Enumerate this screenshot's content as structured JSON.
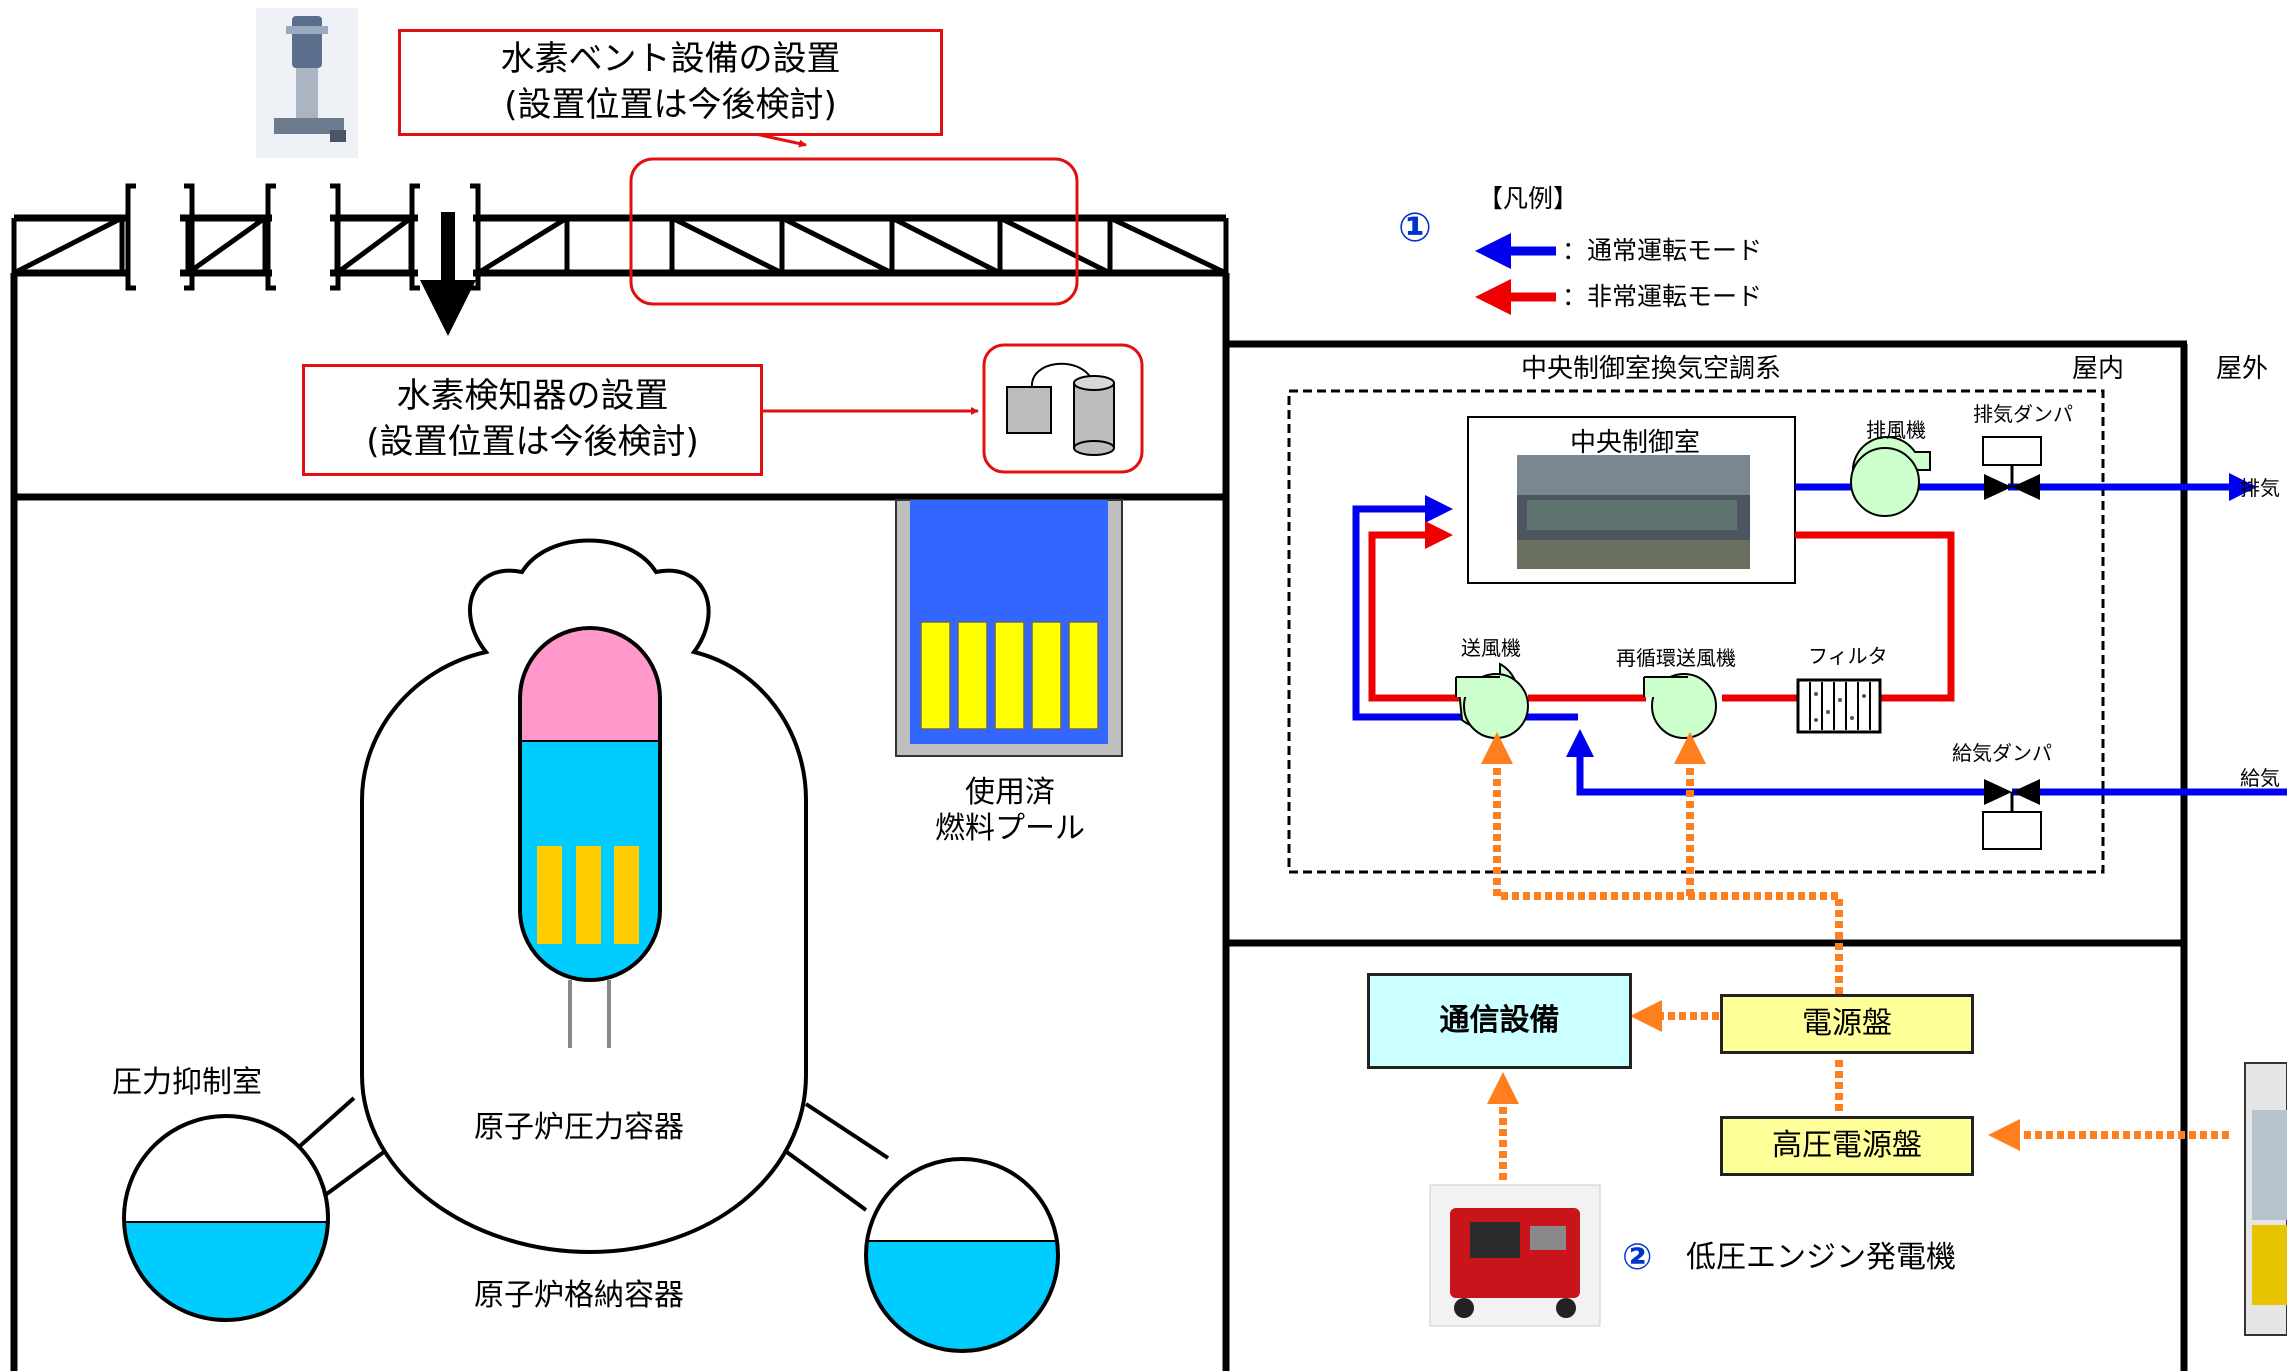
{
  "reactor_building": {
    "hydrogen_vent": {
      "line1": "水素ベント設備の設置",
      "line2": "(設置位置は今後検討)"
    },
    "hydrogen_detector": {
      "line1": "水素検知器の設置",
      "line2": "(設置位置は今後検討)"
    },
    "spent_fuel_pool": {
      "line1": "使用済",
      "line2": "燃料プール"
    },
    "pressure_vessel": "原子炉圧力容器",
    "containment_vessel": "原子炉格納容器",
    "suppression_chamber": "圧力抑制室"
  },
  "legend": {
    "marker": "①",
    "title": "【凡例】",
    "items": [
      {
        "label": "：通常運転モード",
        "color": "#0000ee"
      },
      {
        "label": "：非常運転モード",
        "color": "#ee0000"
      }
    ]
  },
  "control_room_hvac": {
    "title": "中央制御室換気空調系",
    "indoor": "屋内",
    "outdoor": "屋外",
    "control_room": "中央制御室",
    "exhaust_fan": "排風機",
    "exhaust_damper": "排気ダンパ",
    "exhaust": "排気",
    "supply_fan": "送風機",
    "recirc_fan": "再循環送風機",
    "filter": "フィルタ",
    "supply_damper": "給気ダンパ",
    "supply_air": "給気"
  },
  "power": {
    "comm_equipment": "通信設備",
    "power_panel": "電源盤",
    "hv_power_panel": "高圧電源盤",
    "generator_marker": "②",
    "generator": "低圧エンジン発電機"
  },
  "colors": {
    "normal_flow": "#0000ee",
    "emergency_flow": "#ee0000",
    "power_line": "#ff7f1e",
    "water": "#00ccff",
    "pool": "#3366ff",
    "fuel": "#ffff00",
    "vessel_top": "#ff99cc",
    "core_fuel": "#ffcc00"
  }
}
